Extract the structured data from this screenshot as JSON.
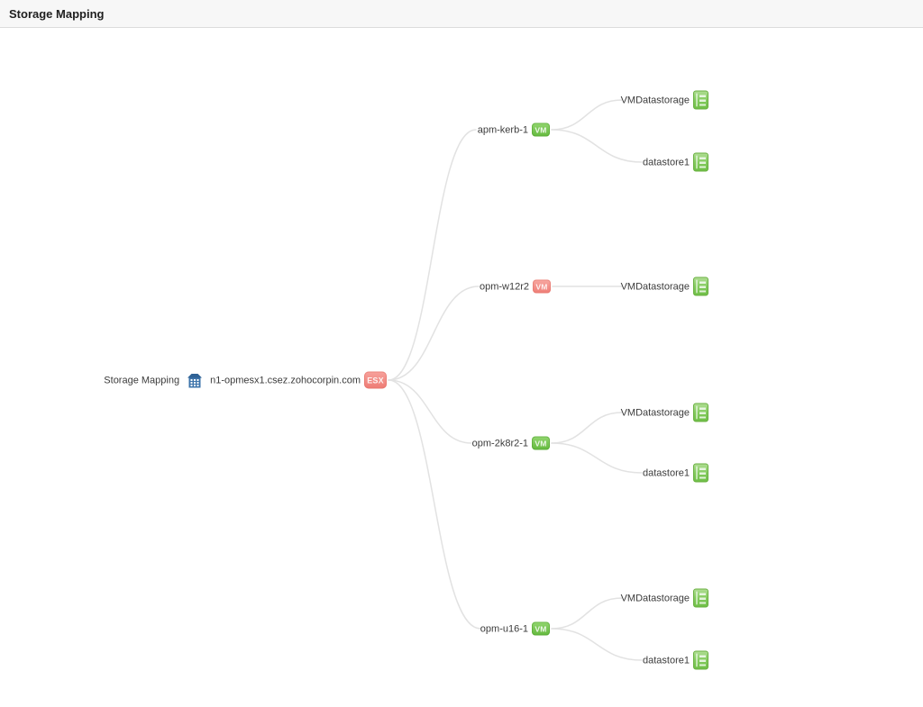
{
  "header": {
    "title": "Storage Mapping"
  },
  "colors": {
    "vm_up_green": "#74c24c",
    "vm_down_red": "#f2837c",
    "esx_badge_red": "#f18a84",
    "datastore_green": "#84cb5e",
    "building_blue": "#3d74ab",
    "edge_gray": "#e2e2e2",
    "header_bg": "#f7f7f7"
  },
  "tree": {
    "root": {
      "label": "Storage Mapping",
      "host": "n1-opmesx1.csez.zohocorpin.com",
      "badge": "ESX"
    },
    "vms": [
      {
        "name": "apm-kerb-1",
        "badge": "VM",
        "status": "up",
        "datastores": [
          {
            "name": "VMDatastorage"
          },
          {
            "name": "datastore1"
          }
        ]
      },
      {
        "name": "opm-w12r2",
        "badge": "VM",
        "status": "down",
        "datastores": [
          {
            "name": "VMDatastorage"
          }
        ]
      },
      {
        "name": "opm-2k8r2-1",
        "badge": "VM",
        "status": "up",
        "datastores": [
          {
            "name": "VMDatastorage"
          },
          {
            "name": "datastore1"
          }
        ]
      },
      {
        "name": "opm-u16-1",
        "badge": "VM",
        "status": "up",
        "datastores": [
          {
            "name": "VMDatastorage"
          },
          {
            "name": "datastore1"
          }
        ]
      }
    ]
  }
}
